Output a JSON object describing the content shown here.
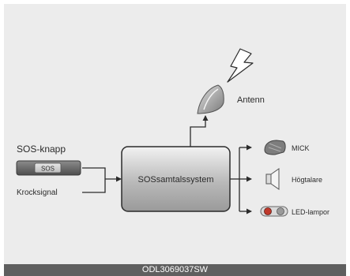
{
  "sos_button_title": "SOS-knapp",
  "sos_button_key": "SOS",
  "crash_signal_label": "Krocksignal",
  "system_label": "SOSsamtalssystem",
  "antenna_label": "Antenn",
  "outputs": {
    "mic_label": "MICK",
    "speaker_label": "Högtalare",
    "led_label": "LED-lampor"
  },
  "figure_code": "ODL3069037SW"
}
